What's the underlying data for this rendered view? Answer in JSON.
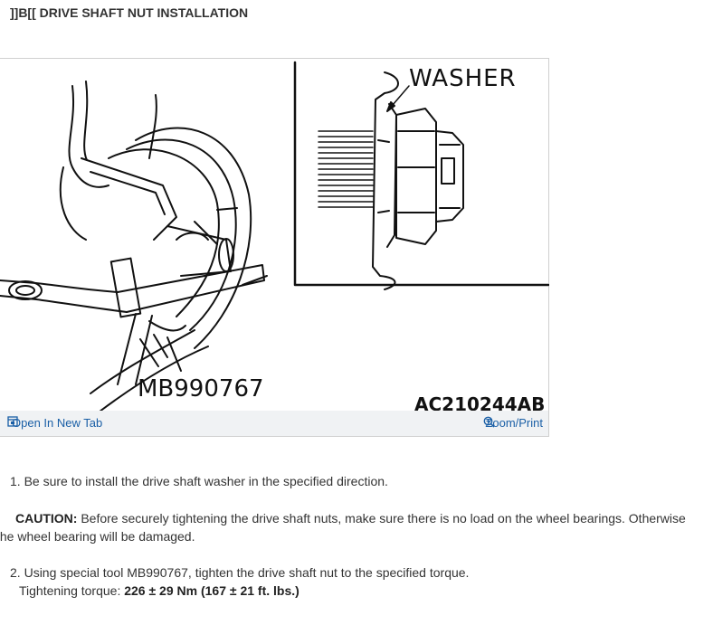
{
  "header": {
    "title": "]]B[[ DRIVE SHAFT NUT INSTALLATION"
  },
  "figure": {
    "washer_label": "WASHER",
    "tool_label": "MB990767",
    "figure_code": "AC210244AB",
    "open_tab_label": "Open In New Tab",
    "zoom_label": "Zoom/Print",
    "icons": {
      "open_tab": "open-in-new-tab-icon",
      "zoom": "magnifier-icon"
    }
  },
  "content": {
    "step1_number": "1.",
    "step1_text": "Be sure to install the drive shaft washer in the specified direction.",
    "caution_label": "CAUTION:",
    "caution_text": "Before securely tightening the drive shaft nuts, make sure there is no load on the wheel bearings. Otherwise the wheel bearing will be damaged.",
    "step2_number": "2.",
    "step2_text": "Using special tool MB990767, tighten the drive shaft nut to the specified torque.",
    "torque_label": "Tightening torque:",
    "torque_value": "226 ± 29 Nm (167 ± 21 ft. lbs.)"
  },
  "colors": {
    "link": "#1a5fa6",
    "bar_background": "#f0f2f4"
  }
}
